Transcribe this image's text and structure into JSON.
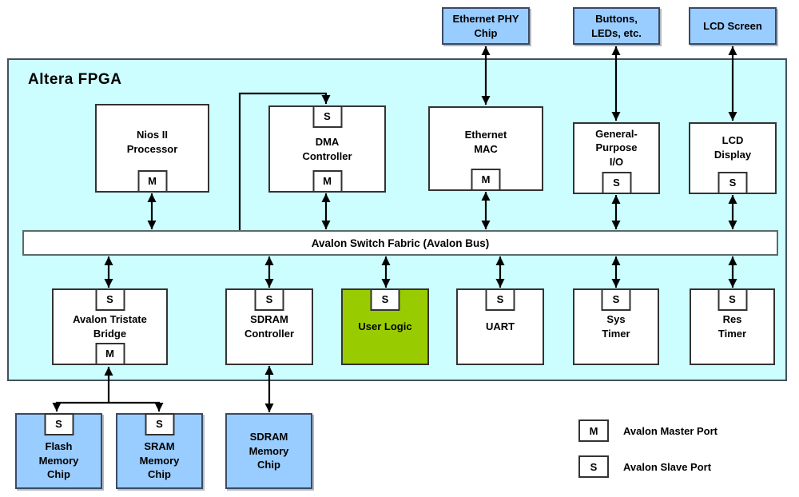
{
  "diagram_title": "Altera FPGA",
  "colors": {
    "fpga_background": "#CCFEFF",
    "external_chip_blue": "#99CCFF",
    "user_logic_green": "#99CC00",
    "block_white": "#FFFFFF",
    "border_dark": "#333333",
    "arrow_black": "#000000"
  },
  "ports": {
    "master_label": "M",
    "slave_label": "S"
  },
  "external_top": [
    {
      "label": "Ethernet PHY\nChip"
    },
    {
      "label": "Buttons,\nLEDs, etc."
    },
    {
      "label": "LCD Screen"
    }
  ],
  "fpga_blocks_top": [
    {
      "label": "Nios II\nProcessor"
    },
    {
      "label": "DMA\nController"
    },
    {
      "label": "Ethernet\nMAC"
    },
    {
      "label": "General-\nPurpose\nI/O"
    },
    {
      "label": "LCD\nDisplay"
    }
  ],
  "bus": {
    "label": "Avalon Switch Fabric (Avalon Bus)"
  },
  "fpga_blocks_bottom": [
    {
      "label": "Avalon Tristate\nBridge"
    },
    {
      "label": "SDRAM\nController"
    },
    {
      "label": "User Logic"
    },
    {
      "label": "UART"
    },
    {
      "label": "Sys\nTimer"
    },
    {
      "label": "Res\nTimer"
    }
  ],
  "external_bottom": [
    {
      "label": "Flash\nMemory\nChip"
    },
    {
      "label": "SRAM\nMemory\nChip"
    },
    {
      "label": "SDRAM\nMemory\nChip"
    }
  ],
  "legend": [
    {
      "symbol": "M",
      "label": "Avalon Master Port"
    },
    {
      "symbol": "S",
      "label": "Avalon Slave Port"
    }
  ]
}
